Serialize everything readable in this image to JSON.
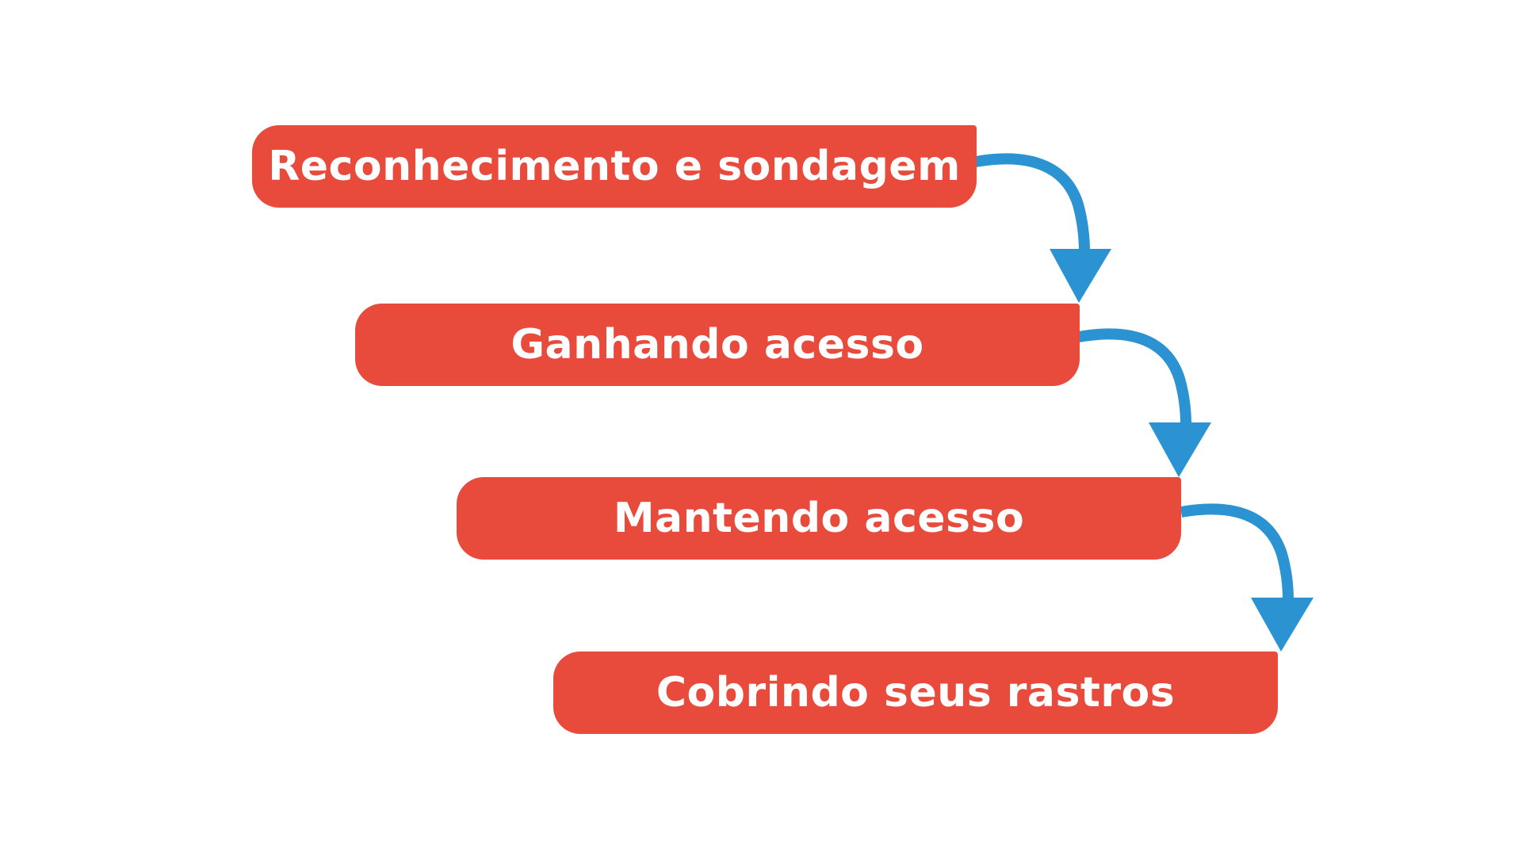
{
  "colors": {
    "step_fill": "#e84b3c",
    "arrow": "#2b93d1",
    "background": "#ffffff"
  },
  "steps": [
    {
      "label": "Reconhecimento e sondagem"
    },
    {
      "label": "Ganhando acesso"
    },
    {
      "label": "Mantendo acesso"
    },
    {
      "label": "Cobrindo seus rastros"
    }
  ],
  "connectors": [
    {
      "from": 0,
      "to": 1,
      "icon": "curved-arrow-down-icon"
    },
    {
      "from": 1,
      "to": 2,
      "icon": "curved-arrow-down-icon"
    },
    {
      "from": 2,
      "to": 3,
      "icon": "curved-arrow-down-icon"
    }
  ]
}
